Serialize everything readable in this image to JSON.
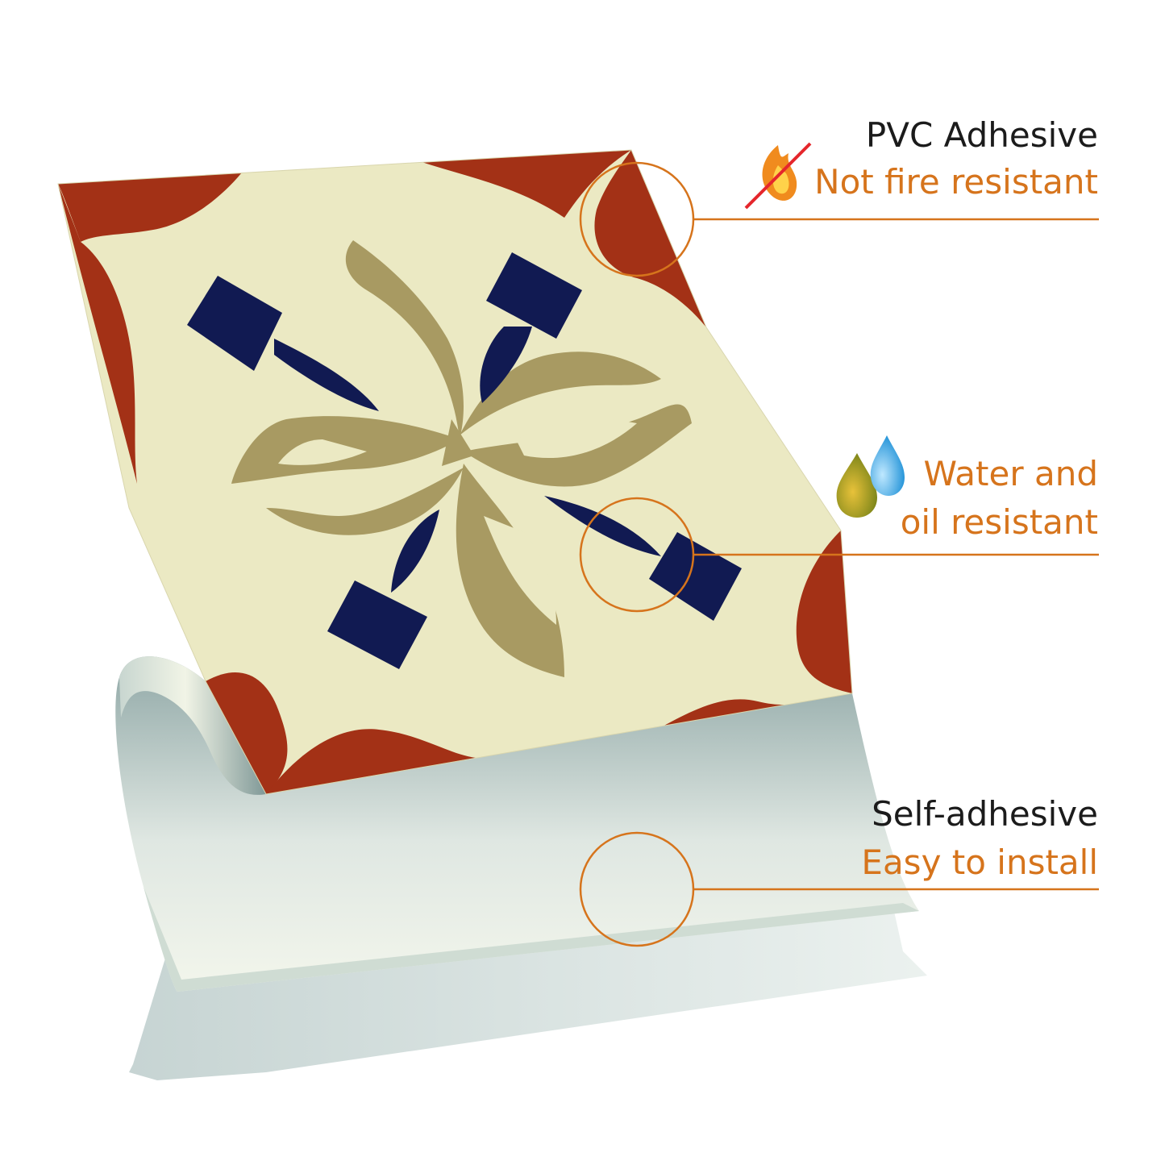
{
  "features": [
    {
      "title": "PVC Adhesive",
      "subtitle": "Not fire resistant",
      "icon": "no-fire-icon"
    },
    {
      "title": "",
      "subtitle_line1": "Water and",
      "subtitle_line2": "oil resistant",
      "icon": "water-oil-drops-icon"
    },
    {
      "title": "Self-adhesive",
      "subtitle": "Easy to install",
      "icon": ""
    }
  ],
  "colors": {
    "accent": "#d6741c",
    "text_dark": "#1b1b1b",
    "tile_background": "#ebe9c3",
    "tile_red": "#a33116",
    "tile_navy": "#111a52",
    "tile_khaki": "#a89a62",
    "backing_shadow": "#a9bcbb"
  }
}
